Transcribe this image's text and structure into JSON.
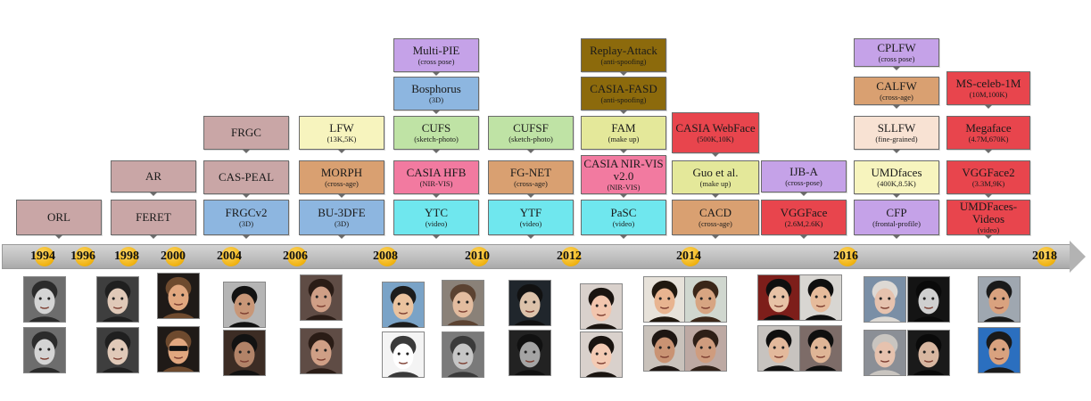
{
  "timeline": {
    "years": [
      "1994",
      "1996",
      "1998",
      "2000",
      "2004",
      "2006",
      "2008",
      "2010",
      "2012",
      "2014",
      "2016",
      "2018"
    ]
  },
  "datasets": [
    {
      "name": "ORL",
      "sub": ""
    },
    {
      "name": "AR",
      "sub": ""
    },
    {
      "name": "FERET",
      "sub": ""
    },
    {
      "name": "FRGC",
      "sub": ""
    },
    {
      "name": "CAS-PEAL",
      "sub": ""
    },
    {
      "name": "FRGCv2",
      "sub": "(3D)"
    },
    {
      "name": "LFW",
      "sub": "(13K,5K)"
    },
    {
      "name": "MORPH",
      "sub": "(cross-age)"
    },
    {
      "name": "BU-3DFE",
      "sub": "(3D)"
    },
    {
      "name": "Multi-PIE",
      "sub": "(cross pose)"
    },
    {
      "name": "Bosphorus",
      "sub": "(3D)"
    },
    {
      "name": "CUFS",
      "sub": "(sketch-photo)"
    },
    {
      "name": "CASIA HFB",
      "sub": "(NIR-VIS)"
    },
    {
      "name": "YTC",
      "sub": "(video)"
    },
    {
      "name": "CUFSF",
      "sub": "(sketch-photo)"
    },
    {
      "name": "FG-NET",
      "sub": "(cross-age)"
    },
    {
      "name": "YTF",
      "sub": "(video)"
    },
    {
      "name": "Replay-Attack",
      "sub": "(anti-spoofing)"
    },
    {
      "name": "CASIA-FASD",
      "sub": "(anti-spoofing)"
    },
    {
      "name": "FAM",
      "sub": "(make up)"
    },
    {
      "name": "CASIA NIR-VIS v2.0",
      "sub": "(NIR-VIS)"
    },
    {
      "name": "PaSC",
      "sub": "(video)"
    },
    {
      "name": "CASIA WebFace",
      "sub": "(500K,10K)"
    },
    {
      "name": "Guo et al.",
      "sub": "(make up)"
    },
    {
      "name": "CACD",
      "sub": "(cross-age)"
    },
    {
      "name": "IJB-A",
      "sub": "(cross-pose)"
    },
    {
      "name": "VGGFace",
      "sub": "(2.6M,2.6K)"
    },
    {
      "name": "CPLFW",
      "sub": "(cross pose)"
    },
    {
      "name": "CALFW",
      "sub": "(cross-age)"
    },
    {
      "name": "SLLFW",
      "sub": "(fine-grained)"
    },
    {
      "name": "UMDfaces",
      "sub": "(400K,8.5K)"
    },
    {
      "name": "CFP",
      "sub": "(frontal-profile)"
    },
    {
      "name": "MS-celeb-1M",
      "sub": "(10M,100K)"
    },
    {
      "name": "Megaface",
      "sub": "(4.7M,670K)"
    },
    {
      "name": "VGGFace2",
      "sub": "(3.3M,9K)"
    },
    {
      "name": "UMDFaces-Videos",
      "sub": "(video)"
    }
  ],
  "colors": {
    "rose": "#c9a6a6",
    "yellow": "#f7f4be",
    "orange": "#d9a071",
    "blue": "#8db6e0",
    "purple": "#c5a2e8",
    "pink": "#f27aa0",
    "cyan": "#6fe7ee",
    "green": "#bfe3a5",
    "olive": "#8c6a0c",
    "lime": "#e4e89a",
    "red": "#e8454d",
    "peach": "#f8e2d3",
    "year_dot": "#f0b20f",
    "timeline_bar": "#bdbdbd"
  },
  "faces": [
    {
      "name": "face-photo-orl",
      "bg": "#6d6d6d",
      "skin": "#d4d4d4",
      "hair": "#2b2b2b"
    },
    {
      "name": "face-photo-orl",
      "bg": "#6d6d6d",
      "skin": "#d4d4d4",
      "hair": "#2b2b2b"
    },
    {
      "name": "face-photo-ar",
      "bg": "#3e3e3e",
      "skin": "#e0c9b8",
      "hair": "#1f1f1f"
    },
    {
      "name": "face-photo-ar",
      "bg": "#3e3e3e",
      "skin": "#e0c9b8",
      "hair": "#1f1f1f"
    },
    {
      "name": "face-photo-feret",
      "bg": "#1f1a17",
      "skin": "#e1a77f",
      "hair": "#6e4a2e"
    },
    {
      "name": "face-photo-feret-sunglasses",
      "bg": "#1f1a17",
      "skin": "#e1a77f",
      "hair": "#6e4a2e"
    },
    {
      "name": "face-photo-frgc",
      "bg": "#b5b5b5",
      "skin": "#c89778",
      "hair": "#121212"
    },
    {
      "name": "face-photo-frgc",
      "bg": "#3c2c24",
      "skin": "#b28368",
      "hair": "#121212"
    },
    {
      "name": "face-photo-lfw",
      "bg": "#5f4c45",
      "skin": "#cf9f86",
      "hair": "#2a1c16"
    },
    {
      "name": "face-photo-lfw",
      "bg": "#5f4c45",
      "skin": "#cf9f86",
      "hair": "#2a1c16"
    },
    {
      "name": "face-photo-cufs",
      "bg": "#7aa3c7",
      "skin": "#eac39f",
      "hair": "#1c1c1c"
    },
    {
      "name": "face-sketch-cufs",
      "bg": "#f4f4f4",
      "skin": "#ffffff",
      "hair": "#3a3a3a"
    },
    {
      "name": "face-photo-ytc",
      "bg": "#8a8178",
      "skin": "#e3bc9f",
      "hair": "#5b4231"
    },
    {
      "name": "face-photo-ytc",
      "bg": "#7a7a7a",
      "skin": "#c6c6c6",
      "hair": "#3a3a3a"
    },
    {
      "name": "face-photo-cufsf",
      "bg": "#20262c",
      "skin": "#dcc2aa",
      "hair": "#111111"
    },
    {
      "name": "face-photo-cufsf",
      "bg": "#222222",
      "skin": "#a4a4a4",
      "hair": "#111111"
    },
    {
      "name": "face-photo-fam",
      "bg": "#d9d1cc",
      "skin": "#f2c6ae",
      "hair": "#1a1410"
    },
    {
      "name": "face-photo-fam-makeup",
      "bg": "#d9d1cc",
      "skin": "#f4cbb4",
      "hair": "#1a1410"
    },
    {
      "name": "face-photo-child",
      "bg": "#e7e2da",
      "skin": "#e8b490",
      "hair": "#20180f"
    },
    {
      "name": "face-photo-child",
      "bg": "#d0d7cf",
      "skin": "#d7a582",
      "hair": "#3b2719"
    },
    {
      "name": "face-photo-adult",
      "bg": "#c9c2bb",
      "skin": "#c99373",
      "hair": "#1d1612"
    },
    {
      "name": "face-photo-adult",
      "bg": "#bda9a3",
      "skin": "#cf9c7e",
      "hair": "#2e1f17"
    },
    {
      "name": "face-photo-vggface",
      "bg": "#7d1e1a",
      "skin": "#e7c2a6",
      "hair": "#0f0f0f"
    },
    {
      "name": "face-photo-vggface",
      "bg": "#d8d6d2",
      "skin": "#e6bb9b",
      "hair": "#0f0f0f"
    },
    {
      "name": "face-photo-vggface",
      "bg": "#c7c3bf",
      "skin": "#e3b99c",
      "hair": "#0f0f0f"
    },
    {
      "name": "face-photo-vggface",
      "bg": "#7d6c68",
      "skin": "#dfb596",
      "hair": "#0f0f0f"
    },
    {
      "name": "face-photo-umdfaces",
      "bg": "#7a8fa6",
      "skin": "#e6c2ae",
      "hair": "#ddd9d4"
    },
    {
      "name": "face-photo-umdfaces",
      "bg": "#141414",
      "skin": "#cfcfcf",
      "hair": "#0a0a0a"
    },
    {
      "name": "face-photo-umdfaces",
      "bg": "#8b8f96",
      "skin": "#e6c2ae",
      "hair": "#c9c5c0"
    },
    {
      "name": "face-photo-umdfaces",
      "bg": "#1a1a1a",
      "skin": "#d8b7a1",
      "hair": "#0a0a0a"
    },
    {
      "name": "face-photo-msceleb",
      "bg": "#9fa7b0",
      "skin": "#d9a27f",
      "hair": "#1a1a1a"
    },
    {
      "name": "face-photo-msceleb",
      "bg": "#2b6fbf",
      "skin": "#d9a27f",
      "hair": "#1a1a1a"
    }
  ]
}
